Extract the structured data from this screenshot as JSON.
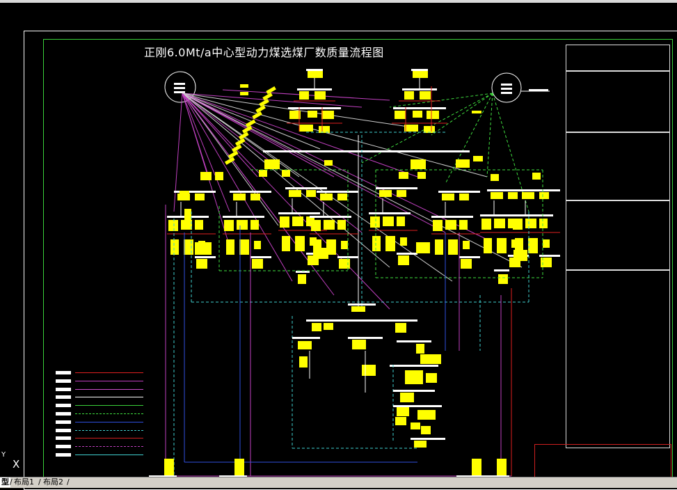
{
  "drawing": {
    "title": "正刚6.0Mt/a中心型动力煤选煤厂数质量流程图"
  },
  "layout_tabs": [
    {
      "label": "型"
    },
    {
      "label": "布局1"
    },
    {
      "label": "布局2"
    }
  ],
  "ucs": {
    "y_label": "Y",
    "x_label": "X"
  },
  "colors": {
    "background": "#000000",
    "sheet_border": "#ffffff",
    "inner_border": "#3ad23a",
    "data_box": "#ffff00",
    "magenta_flow": "#c040c0",
    "cyan_flow": "#40d0d0",
    "green_flow": "#40e040",
    "red_flow": "#e02020",
    "blue_flow": "#3050e0",
    "title_block_border": "#d02020"
  },
  "legend": {
    "entries": [
      {
        "line_color": "#e02020",
        "style": "solid"
      },
      {
        "line_color": "#c040c0",
        "style": "solid"
      },
      {
        "line_color": "#d050d0",
        "style": "solid"
      },
      {
        "line_color": "#ffffff",
        "style": "solid"
      },
      {
        "line_color": "#3ad23a",
        "style": "solid"
      },
      {
        "line_color": "#40e040",
        "style": "dash"
      },
      {
        "line_color": "#3050e0",
        "style": "solid"
      },
      {
        "line_color": "#40d0d0",
        "style": "dash"
      },
      {
        "line_color": "#d02020",
        "style": "solid"
      },
      {
        "line_color": "#c040c0",
        "style": "dash"
      },
      {
        "line_color": "#40d0d0",
        "style": "solid"
      }
    ]
  },
  "icons": {
    "raw_coal_feed": "circle-icon",
    "product_yard": "circle-icon"
  }
}
